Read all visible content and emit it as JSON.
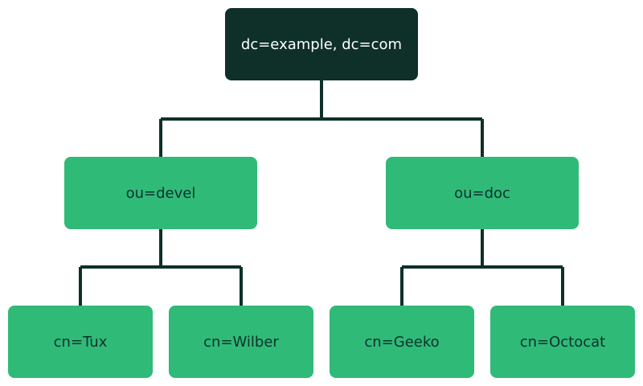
{
  "tree": {
    "root": {
      "label": "dc=example, dc=com"
    },
    "ous": [
      {
        "label": "ou=devel",
        "children": [
          {
            "label": "cn=Tux"
          },
          {
            "label": "cn=Wilber"
          }
        ]
      },
      {
        "label": "ou=doc",
        "children": [
          {
            "label": "cn=Geeko"
          },
          {
            "label": "cn=Octocat"
          }
        ]
      }
    ]
  },
  "colors": {
    "root_fill": "#0e3029",
    "node_fill": "#30ba78",
    "connector": "#0e3029",
    "root_text": "#ffffff",
    "node_text": "#0c322c"
  }
}
